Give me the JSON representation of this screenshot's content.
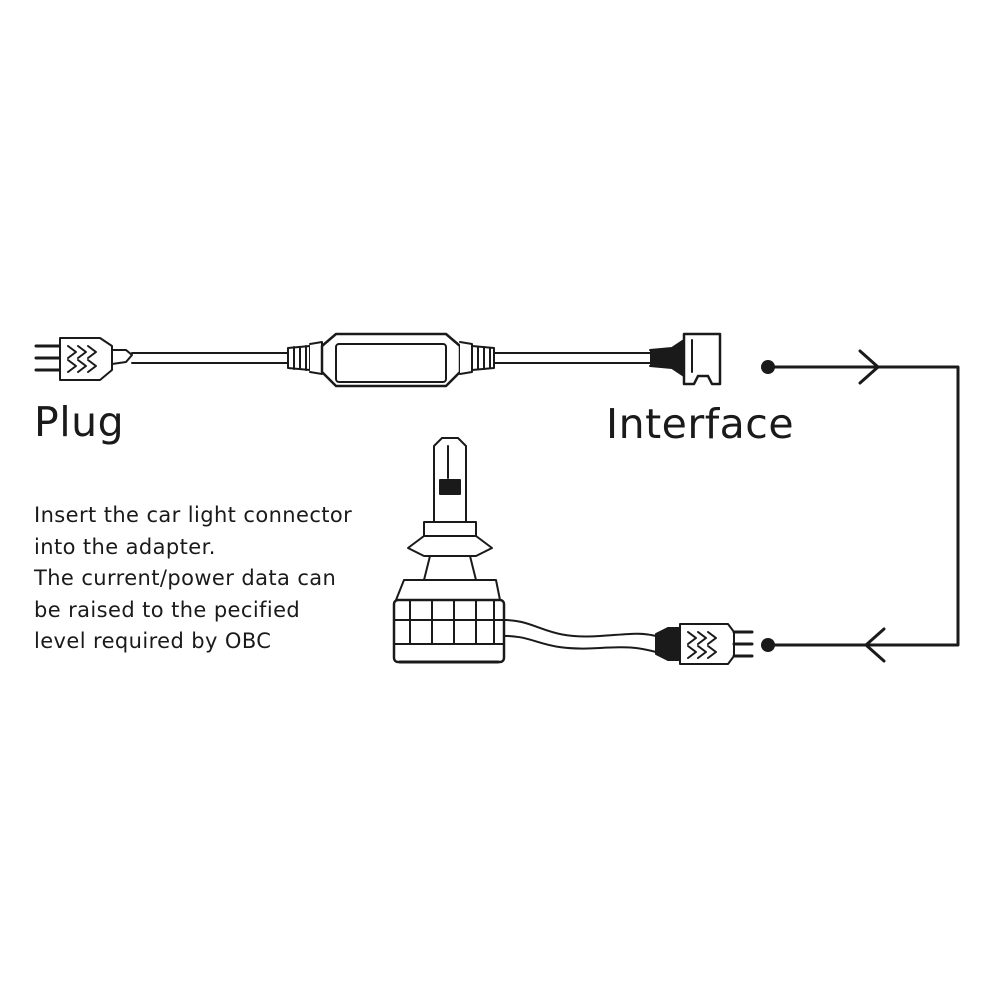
{
  "labels": {
    "plug": "Plug",
    "interface": "Interface"
  },
  "instructions": [
    "Insert the car light connector",
    "into the adapter.",
    "The current/power data can",
    "be raised to the pecified",
    "level required by OBC"
  ],
  "icons": {
    "plug_connector": "plug-connector-icon",
    "decoder_box": "decoder-box-icon",
    "interface_socket": "interface-socket-icon",
    "headlight_bulb": "led-headlight-bulb-icon",
    "bulb_connector": "bulb-connector-icon",
    "flow_arrow": "arrow-head-icon"
  },
  "colors": {
    "line": "#1a1a1a",
    "fill": "#ffffff"
  }
}
